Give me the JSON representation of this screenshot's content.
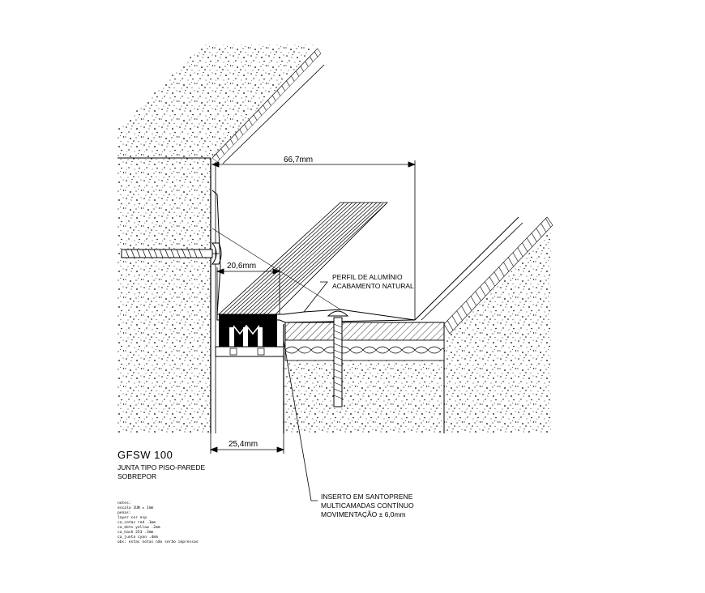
{
  "dimensions": {
    "total_width": "66,7mm",
    "profile_width": "20,6mm",
    "gap_width": "25,4mm"
  },
  "callouts": {
    "profile": [
      "PERFIL DE ALUMÍNIO",
      "ACABAMENTO NATURAL"
    ],
    "insert": [
      "INSERTO EM SANTOPRENE",
      "MULTICAMADAS CONTÍNUO",
      "MOVIMENTAÇÃO ± 6,0mm"
    ]
  },
  "title_block": {
    "code": "GFSW 100",
    "line1": "JUNTA TIPO PISO-PAREDE",
    "line2": "SOBREPOR"
  },
  "notes": [
    "notes:",
    "escala 1UN = 1mm",
    "penas:",
    "layer     cor      esp",
    "ca_cotas  red      .1mm",
    "ca_dets   yellow   .2mm",
    "ca_hach   253      .3mm",
    "ca_junta  cyan     .4mm",
    "obs: estas notas não serão impressas"
  ]
}
